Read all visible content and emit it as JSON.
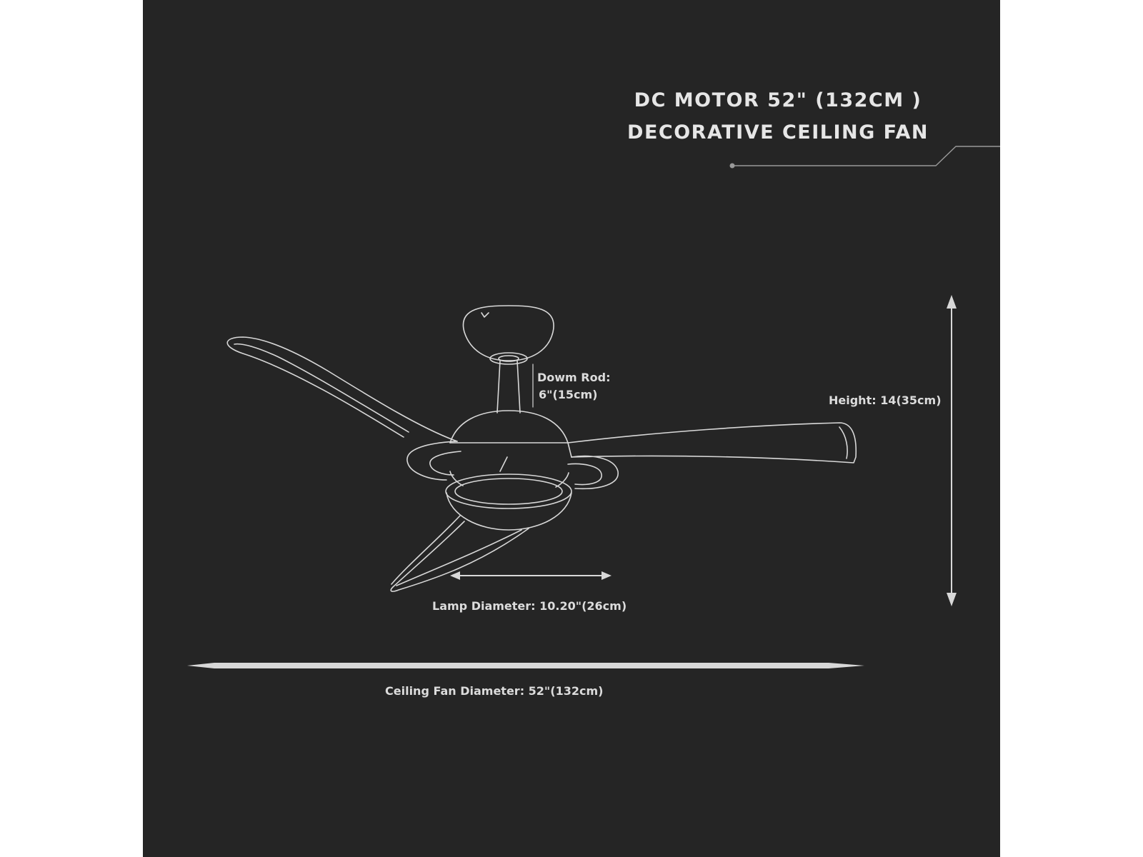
{
  "title": {
    "line1": "DC MOTOR 52\" (132CM )",
    "line2": "DECORATIVE CEILING FAN"
  },
  "labels": {
    "down_rod_line1": "Dowm Rod:",
    "down_rod_line2": "6\"(15cm)",
    "height": "Height: 14(35cm)",
    "lamp_diameter": "Lamp Diameter: 10.20\"(26cm)",
    "fan_diameter": "Ceiling Fan Diameter: 52\"(132cm)"
  },
  "colors": {
    "background": "#252525",
    "line": "#d8d8d8",
    "text": "#dcdcdc"
  }
}
